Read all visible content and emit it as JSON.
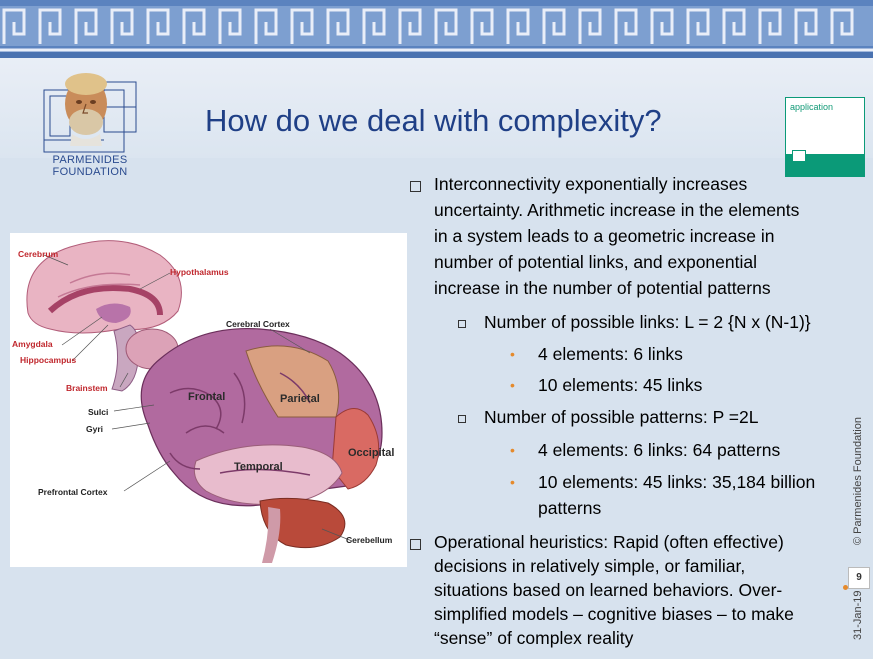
{
  "slide": {
    "title": "How do we deal with complexity?",
    "logo": {
      "line1": "PARMENIDES",
      "line2": "FOUNDATION"
    },
    "badge": {
      "label": "application"
    },
    "footer": {
      "copyright": "© Parmenides Foundation",
      "date": "31-Jan-19",
      "page": "9"
    }
  },
  "brain_labels": {
    "cerebrum": "Cerebrum",
    "hypothalamus": "Hypothalamus",
    "amygdala": "Amygdala",
    "hippocampus": "Hippocampus",
    "brainstem": "Brainstem",
    "sulci": "Sulci",
    "gyri": "Gyri",
    "prefrontal": "Prefrontal Cortex",
    "cerebral_cortex": "Cerebral Cortex",
    "frontal": "Frontal",
    "parietal": "Parietal",
    "temporal": "Temporal",
    "occipital": "Occipital",
    "cerebellum": "Cerebellum"
  },
  "content": {
    "bullet1": {
      "lines": [
        "Interconnectivity exponentially increases",
        "uncertainty. Arithmetic increase in the elements",
        "in a system leads to a geometric increase in",
        "number of potential links, and exponential",
        "increase in the number of potential patterns"
      ],
      "sub1": {
        "text": "Number of possible links: L = 2 {N x (N-1)}",
        "items": [
          "4 elements: 6 links",
          "10 elements: 45 links"
        ]
      },
      "sub2": {
        "text": "Number of possible patterns: P =2L",
        "items": [
          "4 elements: 6 links: 64 patterns",
          "10 elements: 45 links: 35,184 billion",
          "patterns"
        ]
      }
    },
    "bullet2": {
      "lines": [
        "Operational heuristics: Rapid (often effective)",
        "decisions in relatively simple, or familiar,",
        "situations based on learned behaviors. Over-",
        "simplified models – cognitive biases – to make",
        "“sense” of complex reality"
      ]
    }
  }
}
